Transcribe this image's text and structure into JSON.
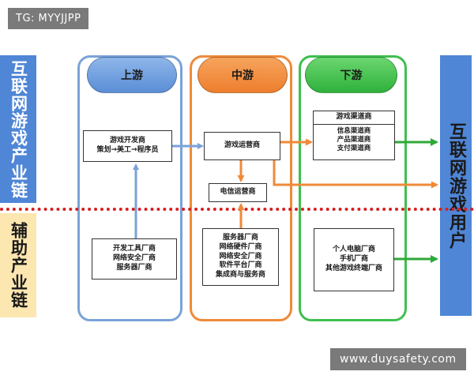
{
  "watermarks": {
    "top": "TG: MYYJJPP",
    "bottom": "www.duysafety.com"
  },
  "side_labels": {
    "internet_game_chain": "互联网游戏产业链",
    "auxiliary_chain": "辅助产业链",
    "internet_game_users": "互联网游戏用户"
  },
  "columns": {
    "upstream": {
      "title": "上游"
    },
    "midstream": {
      "title": "中游"
    },
    "downstream": {
      "title": "下游"
    }
  },
  "boxes": {
    "developer": [
      "游戏开发商",
      "策划→美工→程序员"
    ],
    "tool_vendors": [
      "开发工具厂商",
      "网络安全厂商",
      "服务器厂商"
    ],
    "operator": [
      "游戏运营商"
    ],
    "telecom": [
      "电信运营商"
    ],
    "support_vendors": [
      "服务器厂商",
      "网络硬件厂商",
      "网络安全厂商",
      "软件平台厂商",
      "集成商与服务商"
    ],
    "channel_title": "游戏渠道商",
    "channels": [
      "信息渠道商",
      "产品渠道商",
      "支付渠道商"
    ],
    "device_vendors": [
      "个人电脑厂商",
      "手机厂商",
      "其他游戏终端厂商"
    ]
  },
  "colors": {
    "upstream": "#7aa3d8",
    "midstream": "#ef8a3a",
    "downstream": "#3fbf4f",
    "side_blue": "#4f86d6",
    "side_yellow": "#fde7b0",
    "divider": "#d61f1f"
  }
}
